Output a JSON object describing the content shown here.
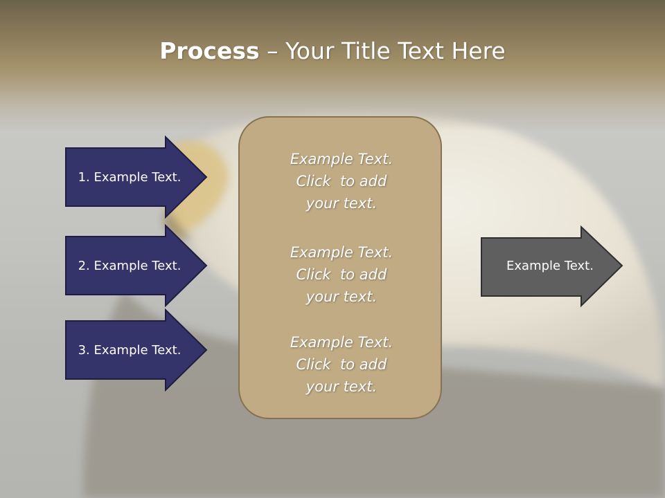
{
  "slide": {
    "title_bold": "Process",
    "title_dash": " – ",
    "title_rest": "Your Title Text Here"
  },
  "left_arrows": [
    {
      "label": "1. Example Text."
    },
    {
      "label": "2. Example Text."
    },
    {
      "label": "3. Example Text."
    }
  ],
  "center_box": {
    "items": [
      {
        "line1": "Example Text.",
        "line2": "Click  to add",
        "line3": "your text."
      },
      {
        "line1": "Example Text.",
        "line2": "Click  to add",
        "line3": "your text."
      },
      {
        "line1": "Example Text.",
        "line2": "Click  to add",
        "line3": "your text."
      }
    ]
  },
  "right_arrow": {
    "label": "Example Text."
  },
  "colors": {
    "left_arrow_fill": "#34336a",
    "left_arrow_border": "#1e1d3f",
    "center_box_fill": "#c0ab84",
    "right_arrow_fill": "#5f5f5f",
    "header_top": "#6b624b",
    "header_mid": "#a18f68"
  }
}
